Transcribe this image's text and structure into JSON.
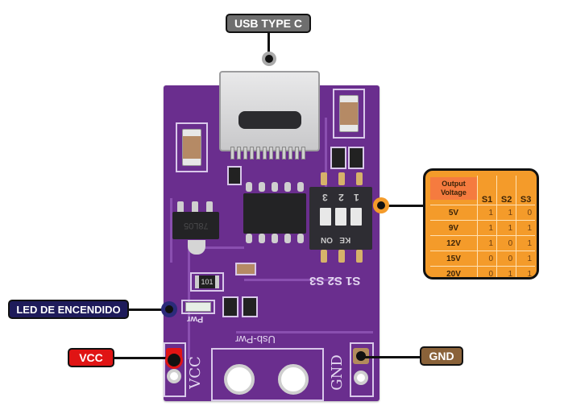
{
  "labels": {
    "usb": "USB TYPE C",
    "led": "LED DE ENCENDIDO",
    "vcc": "VCC",
    "gnd": "GND"
  },
  "colors": {
    "usb_label": "#6e6e6e",
    "led_label": "#1e1b5a",
    "vcc_label": "#e01414",
    "gnd_label": "#8a6239",
    "table_bg": "#f49b2a",
    "pcb": "#6a2e8e"
  },
  "board_silkscreen": {
    "dip_numbers": [
      "3",
      "2",
      "1"
    ],
    "dip_text": "KE   ON",
    "switch_labels": "S1 S2 S3",
    "regulator_marking": "78L05",
    "resistor_marking": "101",
    "pwr_label": "Pwr",
    "board_name": "Usb-Pwr",
    "vcc_text": "VCC",
    "gnd_text": "GND"
  },
  "voltage_table": {
    "header": [
      "Output Voltage",
      "S1",
      "S2",
      "S3"
    ],
    "rows": [
      {
        "voltage": "5V",
        "s1": "1",
        "s2": "1",
        "s3": "0"
      },
      {
        "voltage": "9V",
        "s1": "1",
        "s2": "1",
        "s3": "1"
      },
      {
        "voltage": "12V",
        "s1": "1",
        "s2": "0",
        "s3": "1"
      },
      {
        "voltage": "15V",
        "s1": "0",
        "s2": "0",
        "s3": "1"
      },
      {
        "voltage": "20V",
        "s1": "0",
        "s2": "1",
        "s3": "1"
      }
    ]
  }
}
